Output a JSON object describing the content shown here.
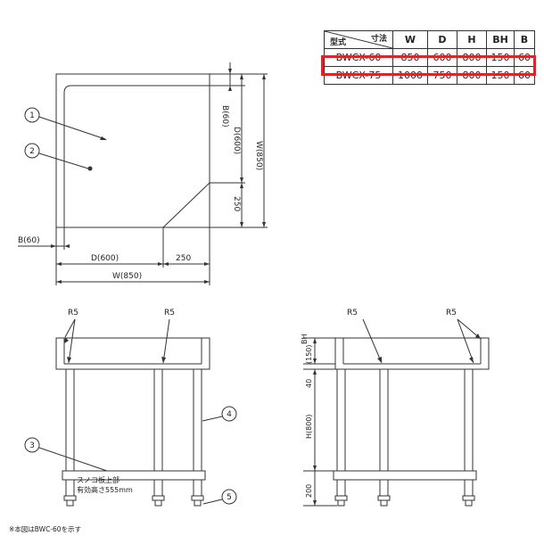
{
  "table": {
    "corner_top": "寸法",
    "corner_bottom": "型式",
    "headers": [
      "W",
      "D",
      "H",
      "BH",
      "B"
    ],
    "rows": [
      {
        "model": "BWCX-60",
        "values": [
          "850",
          "600",
          "800",
          "150",
          "60"
        ],
        "highlighted": true
      },
      {
        "model": "BWCX-75",
        "values": [
          "1000",
          "750",
          "800",
          "150",
          "60"
        ],
        "highlighted": false
      }
    ],
    "highlight_color": "#d9262c"
  },
  "plan_view": {
    "b60_vertical": "B(60)",
    "d600_vertical": "D(600)",
    "w850_vertical": "W(850)",
    "dim_250_vertical": "250",
    "b60_horizontal": "B(60)",
    "d600_horizontal": "D(600)",
    "dim_250_horizontal": "250",
    "w850_horizontal": "W(850)",
    "callout_1": "1",
    "callout_2": "2"
  },
  "front_view": {
    "r5_left": "R5",
    "r5_right": "R5",
    "callout_3": "3",
    "callout_4": "4",
    "callout_5": "5",
    "shelf_note_line1": "スノコ板上部",
    "shelf_note_line2": "有効高さ555mm"
  },
  "side_view": {
    "r5_left": "R5",
    "r5_right": "R5",
    "bh_label": "BH",
    "bh_value": "(150)",
    "dim_40": "40",
    "h800": "H(800)",
    "dim_200": "200"
  },
  "footnote": "※本図はBWC-60を示す"
}
